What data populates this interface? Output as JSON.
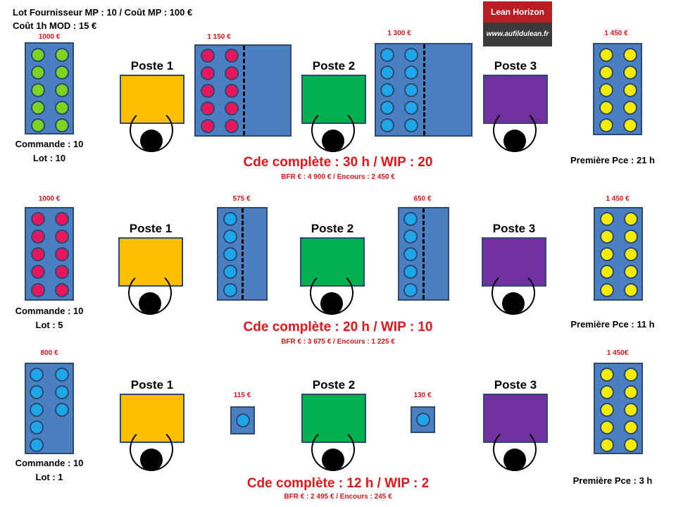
{
  "header": {
    "line1": "Lot Fournisseur MP : 10 / Coût MP : 100 €",
    "line2": "Coût 1h MOD : 15 €"
  },
  "logo": {
    "title": "Lean Horizon",
    "url": "www.aufildulean.fr"
  },
  "colors": {
    "green": "#7ed321",
    "pink": "#e8175d",
    "cyan": "#1ea6e8",
    "yellow": "#f5ec00",
    "poste1": "#ffbf00",
    "poste2": "#00b050",
    "poste3": "#7030a0",
    "box": "#4a7fc1",
    "red_text": "#e0161b"
  },
  "rows": [
    {
      "raw_price": "1000 €",
      "command": "Commande : 10",
      "lot": "Lot : 10",
      "buffer1_price": "1 150 €",
      "buffer2_price": "1 300 €",
      "final_price": "1 450 €",
      "first_piece": "Première Pce : 21 h",
      "summary": "Cde complète : 30 h / WIP : 20",
      "bfr": "BFR € : 4 900 € / Encours :  2 450 €",
      "poste1": "Poste 1",
      "poste2": "Poste 2",
      "poste3": "Poste 3"
    },
    {
      "raw_price": "1000 €",
      "command": "Commande : 10",
      "lot": "Lot : 5",
      "buffer1_price": "575 €",
      "buffer2_price": "650 €",
      "final_price": "1 450 €",
      "first_piece": "Première Pce : 11 h",
      "summary": "Cde complète : 20 h / WIP : 10",
      "bfr": "BFR € : 3 675 € / Encours :  1 225 €",
      "poste1": "Poste 1",
      "poste2": "Poste 2",
      "poste3": "Poste 3"
    },
    {
      "raw_price": "800 €",
      "command": "Commande : 10",
      "lot": "Lot : 1",
      "buffer1_price": "115 €",
      "buffer2_price": "130 €",
      "final_price": "1 450€",
      "first_piece": "Première Pce : 3 h",
      "summary": "Cde complète : 12 h / WIP : 2",
      "bfr": "BFR € : 2 495 € / Encours :  245 €",
      "poste1": "Poste 1",
      "poste2": "Poste 2",
      "poste3": "Poste 3"
    }
  ]
}
